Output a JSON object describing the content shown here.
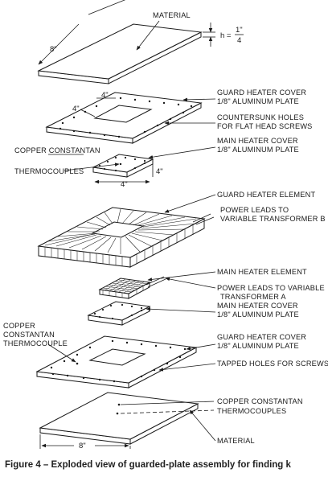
{
  "labels": {
    "material_top": "MATERIAL",
    "h_label": "h =",
    "h_num": "1\"",
    "h_den": "4",
    "dim_8_top": "8\"",
    "dim_4a": "4\"",
    "dim_4b": "4\"",
    "guard_cover_top_1": "GUARD HEATER COVER",
    "guard_cover_top_2": "1/8\" ALUMINUM PLATE",
    "countersunk_1": "COUNTERSUNK HOLES",
    "countersunk_2": "FOR FLAT HEAD SCREWS",
    "main_cover_top_1": "MAIN HEATER COVER",
    "main_cover_top_2": "1/8\" ALUMINUM PLATE",
    "thermo_top_1": "COPPER CONSTANTAN",
    "thermo_top_2": "THERMOCOUPLES",
    "dim_4c": "4\"",
    "dim_4d": "4\"",
    "guard_element": "GUARD HEATER ELEMENT",
    "power_b_1": "POWER LEADS TO",
    "power_b_2": "VARIABLE TRANSFORMER B",
    "main_element": "MAIN HEATER ELEMENT",
    "power_a_1": "POWER LEADS TO VARIABLE",
    "power_a_2": "TRANSFORMER A",
    "main_cover_bot_1": "MAIN HEATER COVER",
    "main_cover_bot_2": "1/8\" ALUMINUM PLATE",
    "thermo_left_1": "COPPER",
    "thermo_left_2": "CONSTANTAN",
    "thermo_left_3": "THERMOCOUPLE",
    "guard_cover_bot_1": "GUARD HEATER COVER",
    "guard_cover_bot_2": "1/8\" ALUMINUM PLATE",
    "tapped_holes": "TAPPED HOLES FOR SCREWS",
    "thermo_bot_1": "COPPER CONSTANTAN",
    "thermo_bot_2": "THERMOCOUPLES",
    "dim_8_bot": "8\"",
    "material_bot": "MATERIAL"
  },
  "caption": "Figure 4 – Exploded view of guarded-plate assembly for finding k"
}
